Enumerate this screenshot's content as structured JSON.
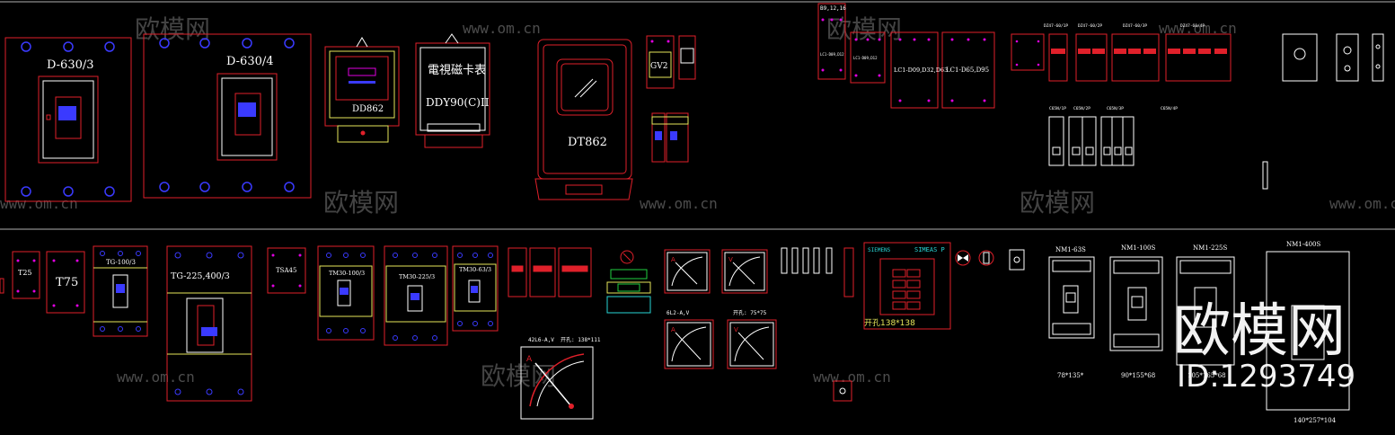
{
  "colors": {
    "background": "#000000",
    "red": "#e0202a",
    "white": "#ffffff",
    "blue": "#3a3aff",
    "yellow": "#e6e65a",
    "cyan": "#29d6d6",
    "magenta": "#e000e0",
    "green": "#20d040",
    "gray": "#b0b0b0",
    "watermark": "#6a6a6a"
  },
  "watermark": {
    "brand_cn": "欧模网",
    "site": "www.om.cn",
    "big_brand": "欧模网",
    "id_text": "ID:1293749"
  },
  "top_row": {
    "switch_a": "D-630/3",
    "switch_b": "D-630/4",
    "meter_dd862": "DD862",
    "card_meter_cn": "電視磁卡表",
    "card_meter_model": "DDY90(C)II",
    "meter_dt862": "DT862",
    "gv2": "GV2",
    "contactor_1": "LC1-D09,D32,D63",
    "contactor_2": "LC1-D65,D95",
    "small_label_1": "B9,12,16",
    "small_label_2": "LC1-D09,D12",
    "small_label_3": "LC1-D09,D12",
    "breaker_labels": [
      "DZ47-60/1P",
      "DZ47-60/2P",
      "DZ47-60/3P",
      "DZ47-60/4P"
    ],
    "mini_labels": [
      "C65N/1P",
      "C65N/2P",
      "C65N/3P",
      "C65N/4P"
    ]
  },
  "bottom_row": {
    "t25": "T25",
    "t75": "T75",
    "tg100": "TG-100/3",
    "tg225": "TG-225,400/3",
    "ts": "TSA45",
    "tm30_100": "TM30-100/3",
    "tm30_225": "TM30-225/3",
    "tm30_63": "TM30-63/3",
    "gauge_big_label": "42L6-A,V",
    "gauge_big_size": "开孔: 138*111",
    "gauge_a": "A",
    "gauge_v": "V",
    "gauge_mid_label": "6L2-A,V",
    "gauge_mid_size": "开孔: 75*75",
    "siemens_brand": "SIEMENS",
    "siemens_model": "SIMEAS P",
    "siemens_size": "开孔138*138",
    "nm_labels": [
      "NM1-63S",
      "NM1-100S",
      "NM1-225S",
      "NM1-400S"
    ],
    "nm_sizes": [
      "78*135*",
      "90*155*68",
      "105*165*68",
      "140*257*104"
    ]
  }
}
